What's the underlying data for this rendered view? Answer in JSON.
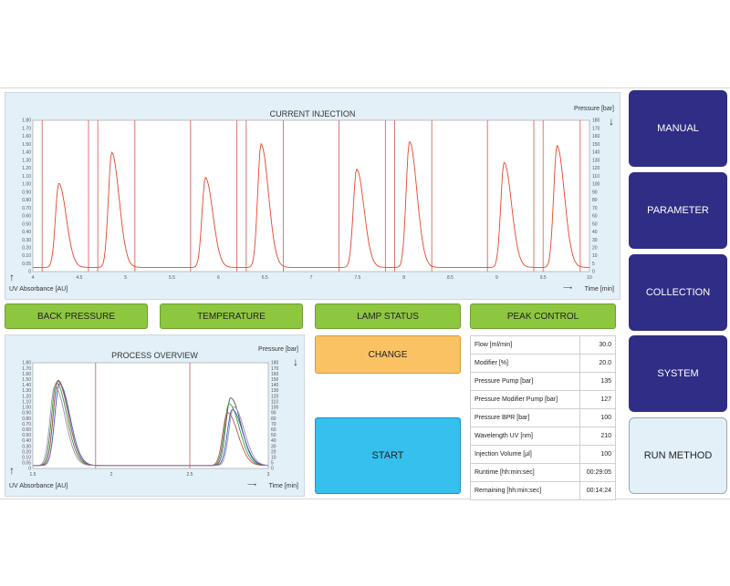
{
  "current_injection": {
    "title": "CURRENT INJECTION",
    "y_label": "UV Absorbance [AU]",
    "x_label": "Time [min]",
    "y2_label": "Pressure [bar]"
  },
  "process_overview": {
    "title": "PROCESS OVERVIEW",
    "y_label": "UV Absorbance [AU]",
    "x_label": "Time [min]",
    "y2_label": "Pressure [bar]"
  },
  "status_buttons": {
    "back_pressure": "BACK PRESSURE",
    "temperature": "TEMPERATURE",
    "lamp_status": "LAMP STATUS",
    "peak_control": "PEAK CONTROL"
  },
  "actions": {
    "change": "CHANGE",
    "start": "START"
  },
  "nav": {
    "manual": "MANUAL",
    "parameter": "PARAMETER",
    "collection": "COLLECTION",
    "system": "SYSTEM",
    "run_method": "RUN METHOD"
  },
  "params": [
    {
      "label": "Flow [ml/min]",
      "value": "30.0"
    },
    {
      "label": "Modifier [%]",
      "value": "20.0"
    },
    {
      "label": "Pressure Pump [bar]",
      "value": "135"
    },
    {
      "label": "Pressure Modifier Pump [bar]",
      "value": "127"
    },
    {
      "label": "Pressure BPR [bar]",
      "value": "100"
    },
    {
      "label": "Wavelength UV [nm]",
      "value": "210"
    },
    {
      "label": "Injection Volume [µl]",
      "value": "100"
    },
    {
      "label": "Runtime [hh:min:sec]",
      "value": "00:29:05"
    },
    {
      "label": "Remaining [hh:min:sec]",
      "value": "00:14:24"
    }
  ],
  "colors": {
    "trace_red": "#e8442a",
    "panel_bg": "#e3f0f8",
    "nav_blue": "#2f2d85",
    "green": "#8dc63f",
    "orange": "#fbc264",
    "cyan": "#35c0ee"
  },
  "chart_data": [
    {
      "type": "line",
      "title": "CURRENT INJECTION",
      "xlabel": "Time [min]",
      "ylabel": "UV Absorbance [AU]",
      "y2label": "Pressure [bar]",
      "xlim": [
        4,
        10
      ],
      "ylim": [
        0,
        1.8
      ],
      "y2lim": [
        0,
        180
      ],
      "x_ticks": [
        "4",
        "4.5",
        "5",
        "5.5",
        "6",
        "6.5",
        "7",
        "7.5",
        "8",
        "8.5",
        "9",
        "9.5",
        "10"
      ],
      "y_ticks": [
        "0",
        "0.05",
        "0.10",
        "0.20",
        "0.30",
        "0.40",
        "0.50",
        "0.60",
        "0.70",
        "0.80",
        "0.90",
        "1.00",
        "1.10",
        "1.20",
        "1.30",
        "1.40",
        "1.50",
        "1.60",
        "1.70",
        "1.80"
      ],
      "y2_ticks": [
        "0",
        "5",
        "10",
        "20",
        "30",
        "40",
        "50",
        "60",
        "70",
        "80",
        "90",
        "100",
        "110",
        "120",
        "130",
        "140",
        "150",
        "160",
        "170",
        "180"
      ],
      "peaks": [
        {
          "x": 4.28,
          "y": 1.05
        },
        {
          "x": 4.85,
          "y": 1.42
        },
        {
          "x": 5.86,
          "y": 1.12
        },
        {
          "x": 6.46,
          "y": 1.52
        },
        {
          "x": 7.49,
          "y": 1.22
        },
        {
          "x": 8.06,
          "y": 1.55
        },
        {
          "x": 9.08,
          "y": 1.3
        },
        {
          "x": 9.65,
          "y": 1.5
        }
      ],
      "markers": [
        4.1,
        4.6,
        4.7,
        5.1,
        5.7,
        6.2,
        6.3,
        6.7,
        7.3,
        7.8,
        7.9,
        8.3,
        8.9,
        9.4,
        9.5,
        9.9
      ]
    },
    {
      "type": "line",
      "title": "PROCESS OVERVIEW",
      "xlabel": "Time [min]",
      "ylabel": "UV Absorbance [AU]",
      "y2label": "Pressure [bar]",
      "xlim": [
        1.5,
        3
      ],
      "ylim": [
        0,
        1.8
      ],
      "y2lim": [
        0,
        180
      ],
      "x_ticks": [
        "1.5",
        "2",
        "2.5",
        "3"
      ],
      "y_ticks": [
        "0",
        "0.05",
        "0.10",
        "0.20",
        "0.30",
        "0.40",
        "0.50",
        "0.60",
        "0.70",
        "0.80",
        "0.90",
        "1.00",
        "1.10",
        "1.20",
        "1.30",
        "1.40",
        "1.50",
        "1.60",
        "1.70",
        "1.80"
      ],
      "y2_ticks": [
        "0",
        "5",
        "10",
        "20",
        "30",
        "40",
        "50",
        "60",
        "70",
        "80",
        "90",
        "100",
        "110",
        "120",
        "130",
        "140",
        "150",
        "160",
        "170",
        "180"
      ],
      "series": [
        {
          "peaks": [
            {
              "x": 1.66,
              "y": 1.5
            },
            {
              "x": 2.76,
              "y": 1.2
            }
          ],
          "color": "#555555"
        },
        {
          "peaks": [
            {
              "x": 1.65,
              "y": 1.46
            },
            {
              "x": 2.75,
              "y": 1.1
            }
          ],
          "color": "#3a9a3a"
        },
        {
          "peaks": [
            {
              "x": 1.67,
              "y": 1.44
            },
            {
              "x": 2.77,
              "y": 1.0
            }
          ],
          "color": "#2e5fbf"
        },
        {
          "peaks": [
            {
              "x": 1.66,
              "y": 1.48
            },
            {
              "x": 2.74,
              "y": 0.95
            }
          ],
          "color": "#c0504d"
        },
        {
          "peaks": [
            {
              "x": 1.64,
              "y": 1.4
            },
            {
              "x": 2.78,
              "y": 1.05
            }
          ],
          "color": "#9b8fb5"
        }
      ],
      "markers": [
        1.9,
        2.5
      ]
    }
  ]
}
